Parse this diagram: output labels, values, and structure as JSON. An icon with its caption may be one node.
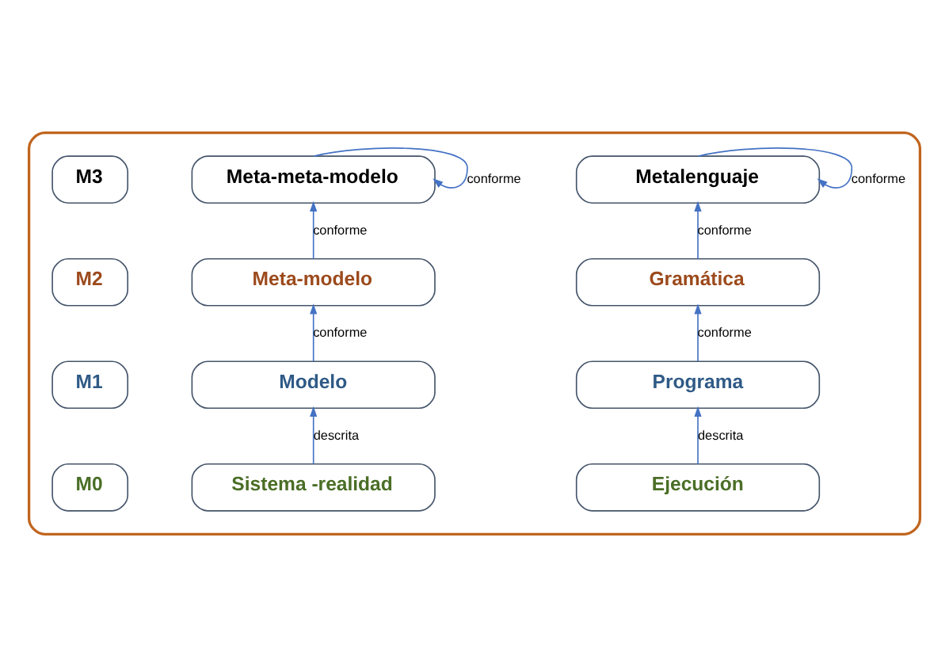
{
  "diagram": {
    "nodes": [
      {
        "text": [],
        "shape": "box"
      },
      {
        "text": [
          "M3"
        ],
        "in": 0
      },
      {
        "text": [
          "Meta-meta-modelo"
        ],
        "in": 0
      },
      {
        "text": [
          "Metalenguaje"
        ],
        "in": 0
      },
      {
        "text": [
          "M2"
        ],
        "in": 0
      },
      {
        "text": [
          "Meta-modelo"
        ],
        "in": 0
      },
      {
        "text": [
          "Gramática"
        ],
        "in": 0
      },
      {
        "text": [
          "M1"
        ],
        "in": 0
      },
      {
        "text": [
          "Modelo"
        ],
        "in": 0
      },
      {
        "text": [
          "Programa"
        ],
        "in": 0
      },
      {
        "text": [
          "M0"
        ],
        "in": 0
      },
      {
        "text": [
          "Sistema -realidad"
        ],
        "in": 0
      },
      {
        "text": [
          "Ejecución"
        ],
        "in": 0
      }
    ],
    "edges": [
      {
        "from": 2,
        "to": 2,
        "arrow": "to",
        "label": "conforme"
      },
      {
        "from": 3,
        "to": 3,
        "arrow": "to",
        "label": "conforme"
      },
      {
        "from": 5,
        "to": 2,
        "arrow": "to",
        "label": "conforme"
      },
      {
        "from": 6,
        "to": 3,
        "arrow": "to",
        "label": "conforme"
      },
      {
        "from": 8,
        "to": 5,
        "arrow": "to",
        "label": "conforme"
      },
      {
        "from": 9,
        "to": 6,
        "arrow": "to",
        "label": "conforme"
      },
      {
        "from": 11,
        "to": 8,
        "arrow": "to",
        "label": "descrita"
      },
      {
        "from": 12,
        "to": 9,
        "arrow": "to",
        "label": "descrita"
      }
    ]
  }
}
